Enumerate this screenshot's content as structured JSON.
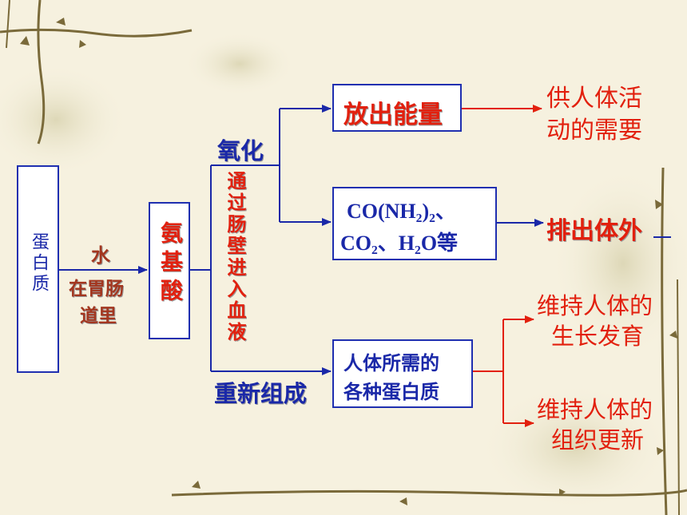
{
  "nodes": {
    "protein": "蛋白质",
    "water": "水",
    "stomach_line1": "在胃肠",
    "stomach_line2": "道里",
    "amino_acid": "氨基酸",
    "absorb": "通过肠壁进入血液",
    "oxidize": "氧化",
    "release_energy": "放出能量",
    "energy_use_line1": "供人体活",
    "energy_use_line2": "动的需要",
    "waste_line1": "CO(NH₂)₂、",
    "waste_line2": "CO₂、H₂O等",
    "excrete": "排出体外",
    "recombine": "重新组成",
    "new_protein_line1": "人体所需的",
    "new_protein_line2": "各种蛋白质",
    "growth_line1": "维持人体的",
    "growth_line2": "生长发育",
    "tissue_line1": "维持人体的",
    "tissue_line2": "组织更新"
  },
  "colors": {
    "blue": "#1a28a8",
    "red": "#e2200e",
    "brown": "#a3361f",
    "box_border": "#1f2fb0"
  }
}
